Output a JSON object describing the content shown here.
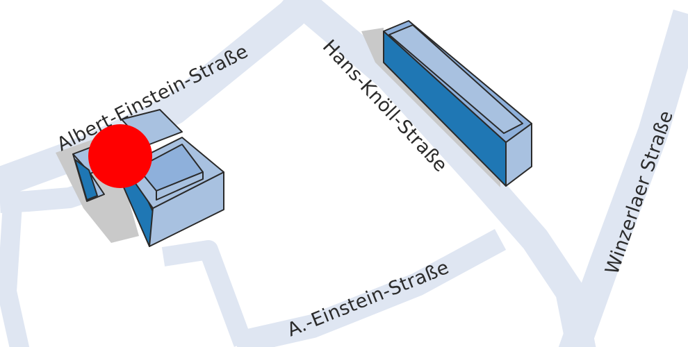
{
  "map": {
    "streets": {
      "albert_einstein": "Albert-Einstein-Straße",
      "hans_knoell": "Hans-Knöll-Straße",
      "a_einstein": "A.-Einstein-Straße",
      "winzerlaer": "Winzerlaer Straße"
    },
    "marker": {
      "color": "#ff0000",
      "icon": "location-dot-icon"
    },
    "colors": {
      "road": "#dfe6f2",
      "building_front": "#1f77b4",
      "building_side": "#a8c1e0",
      "building_roof": "#8eb0db",
      "shadow": "#c9c9c9"
    }
  }
}
